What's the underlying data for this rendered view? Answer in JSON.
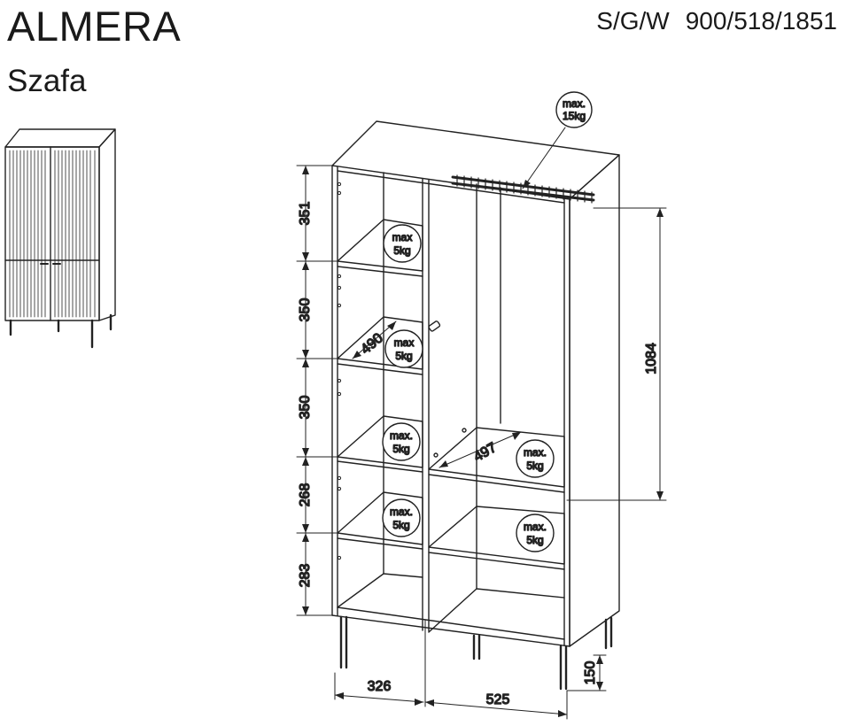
{
  "product": {
    "name": "ALMERA",
    "type": "Szafa",
    "dims_label": "S/G/W",
    "dims_value": "900/518/1851"
  },
  "dimensions": {
    "h_shelf_1": "351",
    "h_shelf_2": "350",
    "h_shelf_3": "350",
    "h_shelf_4": "268",
    "h_shelf_5": "283",
    "depth_left": "490",
    "depth_right": "497",
    "hanging_height": "1084",
    "leg_height": "150",
    "width_left": "326",
    "width_right": "525"
  },
  "load_badges": {
    "rail": [
      "max.",
      "15kg"
    ],
    "shelf_top": [
      "max",
      "5kg"
    ],
    "shelf_2": [
      "max",
      "5kg"
    ],
    "shelf_3": [
      "max.",
      "5kg"
    ],
    "shelf_4": [
      "max.",
      "5kg"
    ],
    "right_shelf_1": [
      "max.",
      "5kg"
    ],
    "right_shelf_2": [
      "max.",
      "5kg"
    ]
  }
}
